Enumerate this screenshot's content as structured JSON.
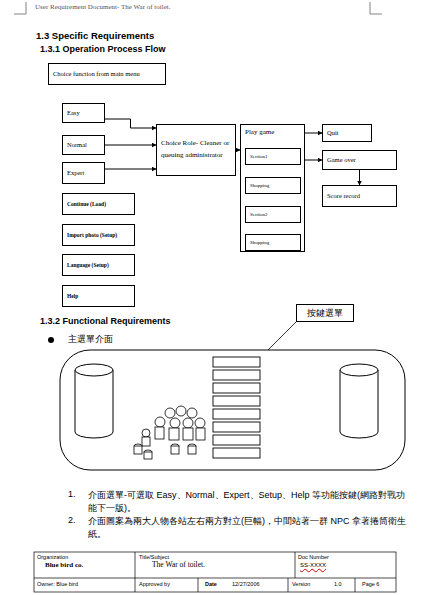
{
  "diagram": {
    "nodes": [
      {
        "text": [
          "Choice function from main menu"
        ]
      },
      {
        "text": [
          "Easy"
        ]
      },
      {
        "text": [
          "Normal"
        ]
      },
      {
        "text": [
          "Expert"
        ]
      },
      {
        "text": [
          "Continue (Load)"
        ]
      },
      {
        "text": [
          "Import photo (Setup)"
        ]
      },
      {
        "text": [
          "Language (Setup)"
        ]
      },
      {
        "text": [
          "Help"
        ]
      },
      {
        "text": [
          "Choice Role- Cleaner or queuing administrator"
        ]
      },
      {
        "text": [
          "Play game"
        ]
      },
      {
        "text": [
          "Section1"
        ],
        "in": 9
      },
      {
        "text": [
          "Shopping"
        ],
        "in": 9
      },
      {
        "text": [
          "Section2"
        ],
        "in": 9
      },
      {
        "text": [
          "Shopping"
        ],
        "in": 9
      },
      {
        "text": [
          "Quit"
        ]
      },
      {
        "text": [
          "Game over"
        ]
      },
      {
        "text": [
          "Score record"
        ]
      },
      {
        "text": [
          "按鍵選單"
        ]
      }
    ],
    "edges": [
      {
        "from": 1,
        "to": 8,
        "arrow": "to"
      },
      {
        "from": 2,
        "to": 8,
        "arrow": "to"
      },
      {
        "from": 3,
        "to": 8,
        "arrow": "to"
      },
      {
        "from": 8,
        "to": 9,
        "arrow": "to"
      },
      {
        "from": 9,
        "to": 14,
        "arrow": "to"
      },
      {
        "from": 9,
        "to": 15,
        "arrow": "to"
      },
      {
        "from": 15,
        "to": 16,
        "arrow": "to"
      }
    ],
    "labels": [
      "User Requirement Document- The War of toilet.",
      "1.3 Specific Requirements",
      "1.3.1 Operation Process Flow",
      "1.3.2 Functional Requirements",
      "主選單介面",
      "1.",
      "介面選單-可選取 Easy、Normal、Expert、Setup、Help 等功能按鍵(網路對戰功能下一版)。",
      "2.",
      "介面圖案為兩大人物各站左右兩方對立(巨幅)，中間站著一群 NPC 拿著捲筒衛生紙。",
      "Organization",
      "Blue bird co.",
      "Title/Subject",
      "The War of toilet.",
      "Doc Number",
      "SS-XXXX",
      "Owner: Blue bird",
      "Approved by",
      "Date",
      "12/27/2006",
      "Version",
      "1.0",
      "Page 6"
    ]
  }
}
